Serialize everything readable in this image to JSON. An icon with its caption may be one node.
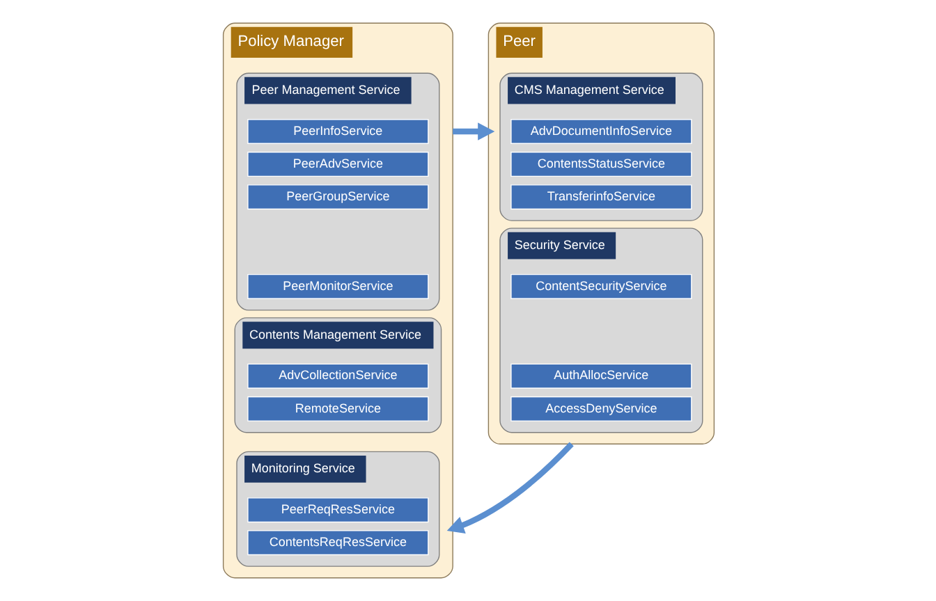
{
  "diagram": {
    "nodes": [
      {
        "text": [
          "Policy Manager"
        ]
      },
      {
        "text": [
          "Peer Management Service"
        ],
        "in": 0
      },
      {
        "text": [
          "PeerInfoService"
        ],
        "in": 1
      },
      {
        "text": [
          "PeerAdvService"
        ],
        "in": 1
      },
      {
        "text": [
          "PeerGroupService"
        ],
        "in": 1
      },
      {
        "text": [
          "PeerMonitorService"
        ],
        "in": 1
      },
      {
        "text": [
          "Contents Management Service"
        ],
        "in": 0
      },
      {
        "text": [
          "AdvCollectionService"
        ],
        "in": 6
      },
      {
        "text": [
          "RemoteService"
        ],
        "in": 6
      },
      {
        "text": [
          "Monitoring Service"
        ],
        "in": 0
      },
      {
        "text": [
          "PeerReqResService"
        ],
        "in": 9
      },
      {
        "text": [
          "ContentsReqResService"
        ],
        "in": 9
      },
      {
        "text": [
          "Peer"
        ]
      },
      {
        "text": [
          "CMS Management Service"
        ],
        "in": 12
      },
      {
        "text": [
          "AdvDocumentInfoService"
        ],
        "in": 13
      },
      {
        "text": [
          "ContentsStatusService"
        ],
        "in": 13
      },
      {
        "text": [
          "TransferinfoService"
        ],
        "in": 13
      },
      {
        "text": [
          "Security Service"
        ],
        "in": 12
      },
      {
        "text": [
          "ContentSecurityService"
        ],
        "in": 17
      },
      {
        "text": [
          "AuthAllocService"
        ],
        "in": 17
      },
      {
        "text": [
          "AccessDenyService"
        ],
        "in": 17
      }
    ],
    "edges": [
      {
        "from": 0,
        "to": 12,
        "arrow": "to"
      },
      {
        "from": 12,
        "to": 0,
        "arrow": "to"
      }
    ]
  }
}
